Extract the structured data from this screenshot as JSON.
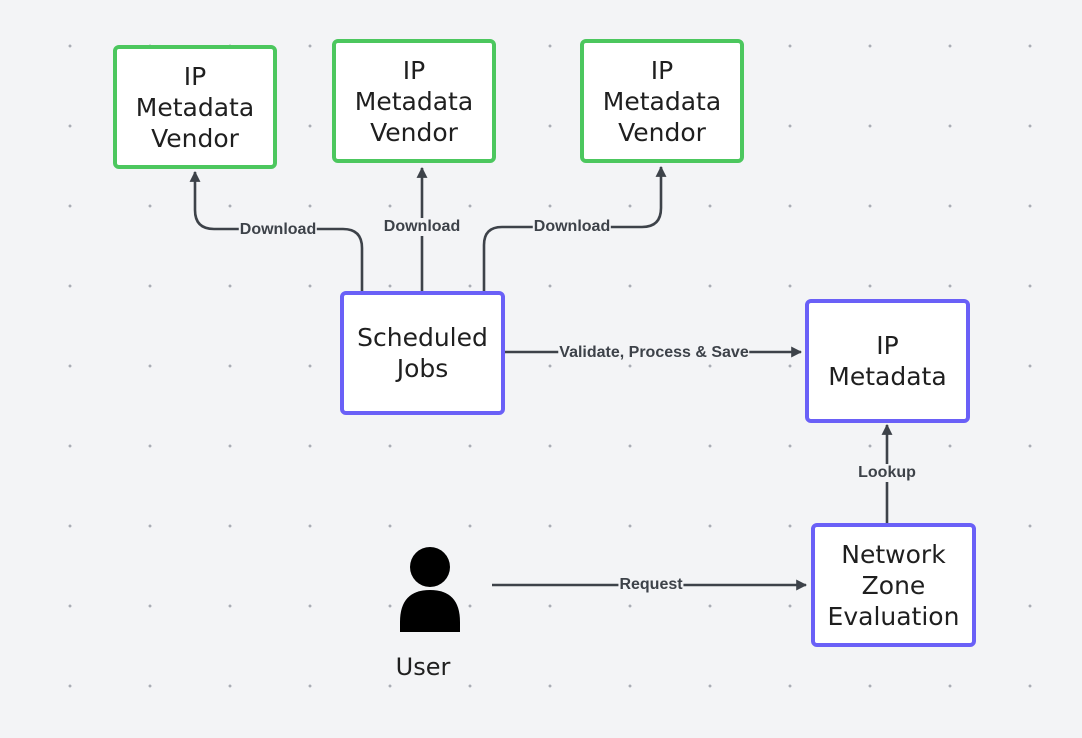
{
  "nodes": {
    "vendor_1": {
      "lines": [
        "IP",
        "Metadata",
        "Vendor"
      ],
      "border": "#4cc75e"
    },
    "vendor_2": {
      "lines": [
        "IP",
        "Metadata",
        "Vendor"
      ],
      "border": "#4cc75e"
    },
    "vendor_3": {
      "lines": [
        "IP",
        "Metadata",
        "Vendor"
      ],
      "border": "#4cc75e"
    },
    "scheduled_jobs": {
      "lines": [
        "Scheduled",
        "Jobs"
      ],
      "border": "#6a60f7"
    },
    "ip_metadata": {
      "lines": [
        "IP",
        "Metadata"
      ],
      "border": "#6a60f7"
    },
    "network_zone_evaluation": {
      "lines": [
        "Network",
        "Zone",
        "Evaluation"
      ],
      "border": "#6a60f7"
    }
  },
  "actor": {
    "label": "User",
    "icon": "person-icon"
  },
  "edges": {
    "download_1": "Download",
    "download_2": "Download",
    "download_3": "Download",
    "validate": "Validate, Process & Save",
    "lookup": "Lookup",
    "request": "Request"
  },
  "colors": {
    "canvas": "#f3f4f6",
    "edge": "#3d4249",
    "vendor_border": "#4cc75e",
    "system_border": "#6a60f7"
  }
}
